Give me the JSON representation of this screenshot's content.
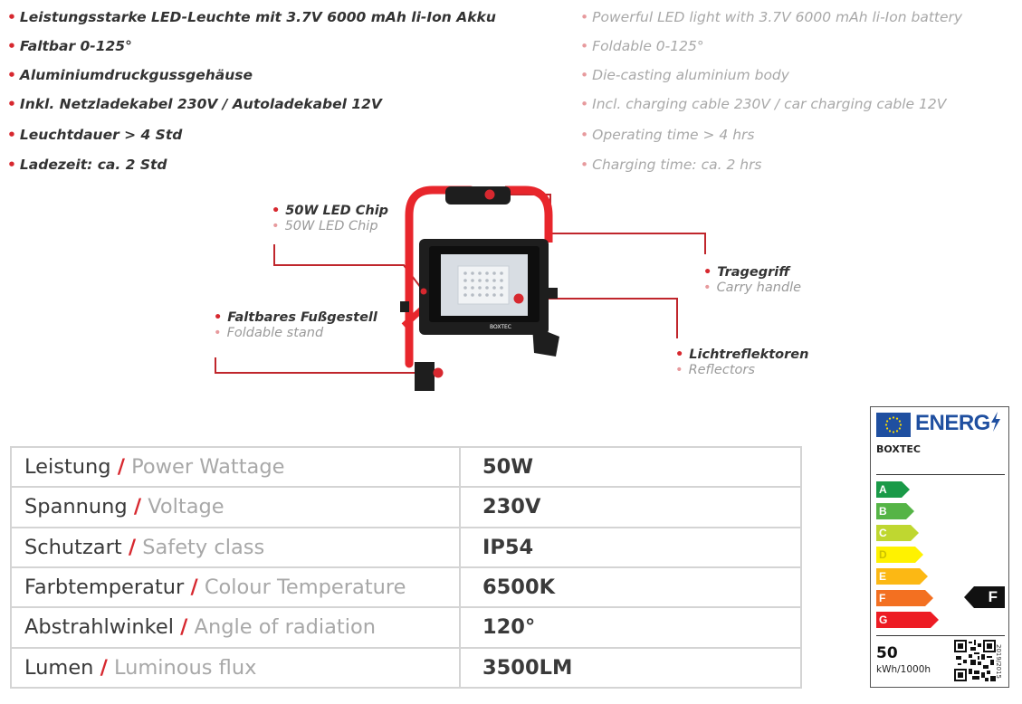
{
  "features_de": [
    "Leistungsstarke LED-Leuchte mit 3.7V 6000 mAh li-Ion Akku",
    "Faltbar 0-125°",
    "Aluminiumdruckgussgehäuse",
    "Inkl. Netzladekabel 230V / Autoladekabel 12V",
    "Leuchtdauer > 4 Std",
    "Ladezeit: ca. 2 Std"
  ],
  "features_en": [
    "Powerful LED light with 3.7V 6000 mAh li-Ion battery",
    "Foldable 0-125°",
    "Die-casting aluminium body",
    "Incl. charging cable 230V / car charging cable 12V",
    "Operating time > 4 hrs",
    "Charging time: ca. 2  hrs"
  ],
  "bullet": "•",
  "callouts": {
    "led_chip": {
      "de": "50W LED Chip",
      "en": "50W LED Chip"
    },
    "stand": {
      "de": "Faltbares Fußgestell",
      "en": "Foldable stand"
    },
    "handle": {
      "de": "Tragegriff",
      "en": "Carry handle"
    },
    "reflectors": {
      "de": "Lichtreflektoren",
      "en": "Reflectors"
    }
  },
  "lamp_brand": "BOXTEC",
  "specs": {
    "separator": "/",
    "rows": [
      {
        "de": "Leistung",
        "en": "Power Wattage",
        "value": "50W"
      },
      {
        "de": "Spannung",
        "en": "Voltage",
        "value": "230V"
      },
      {
        "de": "Schutzart",
        "en": "Safety class",
        "value": "IP54"
      },
      {
        "de": "Farbtemperatur",
        "en": "Colour Temperature",
        "value": "6500K"
      },
      {
        "de": "Abstrahlwinkel",
        "en": "Angle of radiation",
        "value": "120°"
      },
      {
        "de": "Lumen",
        "en": "Luminous flux",
        "value": "3500LM"
      }
    ]
  },
  "energy_label": {
    "title": "ENERG",
    "brand": "BOXTEC",
    "classes": [
      "A",
      "B",
      "C",
      "D",
      "E",
      "F",
      "G"
    ],
    "class_colors": [
      "#1a9a48",
      "#55b446",
      "#bfd730",
      "#fff200",
      "#fcb814",
      "#f37021",
      "#ed1c24"
    ],
    "rating": "F",
    "consumption": "50",
    "unit": "kWh/1000h",
    "regulation": "2019/2015"
  },
  "colors": {
    "accent": "#d7282f",
    "frame": "#e8262c",
    "body": "#1e1e1e"
  }
}
